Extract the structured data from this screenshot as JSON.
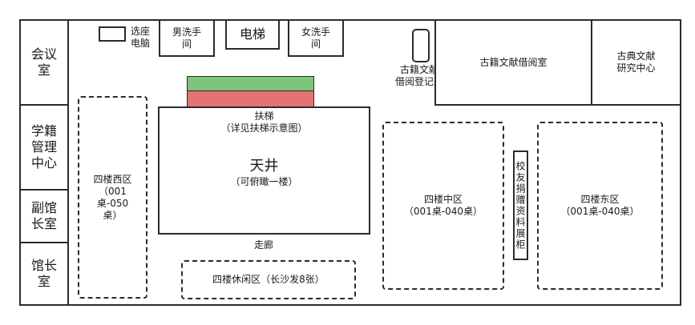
{
  "rooms": {
    "meeting": "会议\n室",
    "student_records": "学籍\n管理\n中心",
    "deputy_curator": "副馆\n长室",
    "curator": "馆长\n室",
    "seat_pc": "选座\n电脑",
    "mens_washroom": "男洗手\n间",
    "elevator": "电梯",
    "womens_washroom": "女洗手\n间",
    "ancient_desk": "古籍文献\n借阅登记处",
    "ancient_reading": "古籍文献借阅室",
    "classic_research": "古典文献\n研究中心"
  },
  "zones": {
    "west": "四楼西区\n（001\n桌-050\n桌）",
    "middle": "四楼中区\n（001桌-040桌）",
    "east": "四楼东区\n（001桌-040桌）",
    "lounge": "四楼休闲区（长沙发8张）",
    "alumni_cabinet": "校友捐赠资料展柜"
  },
  "atrium": {
    "escalator": "扶梯\n（详见扶梯示意图）",
    "title": "天井",
    "subtitle": "（可俯瞰一楼）"
  },
  "corridor": "走廊",
  "colors": {
    "escalator_up": "#7bc67b",
    "escalator_down": "#e57373",
    "line": "#2b2b2b"
  }
}
